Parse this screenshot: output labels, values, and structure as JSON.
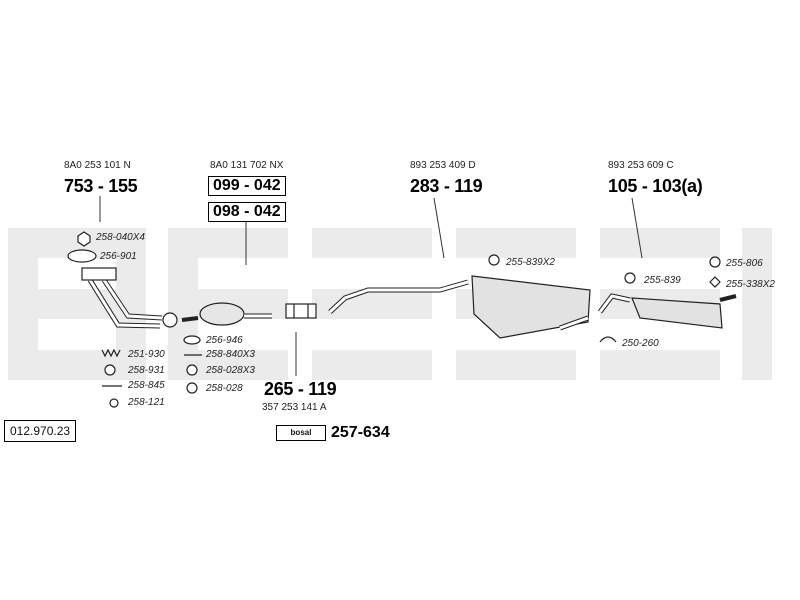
{
  "reference": "012.970.23",
  "groups": [
    {
      "oem": "8A0 253 101 N",
      "part": "753 - 155"
    },
    {
      "oem": "8A0 131 702 NX",
      "parts": [
        "099 - 042",
        "098 - 042"
      ]
    },
    {
      "oem": "893 253 409 D",
      "part": "283 - 119"
    },
    {
      "oem": "893 253 609 C",
      "part": "105 - 103(a)"
    }
  ],
  "middle_pipe": {
    "part": "265 - 119",
    "oem": "357 253 141 A"
  },
  "kit": {
    "brand": "bosal",
    "part": "257-634"
  },
  "accessories": {
    "left_top": [
      "258-040X4",
      "256-901"
    ],
    "left_bottom": [
      "251-930",
      "258-931",
      "258-845",
      "258-121"
    ],
    "cat": [
      "256-946",
      "258-840X3",
      "258-028X3",
      "258-028"
    ],
    "center": "255-839X2",
    "rear": [
      "255-839",
      "250-260"
    ],
    "right": [
      "255-806",
      "255-338X2"
    ]
  }
}
